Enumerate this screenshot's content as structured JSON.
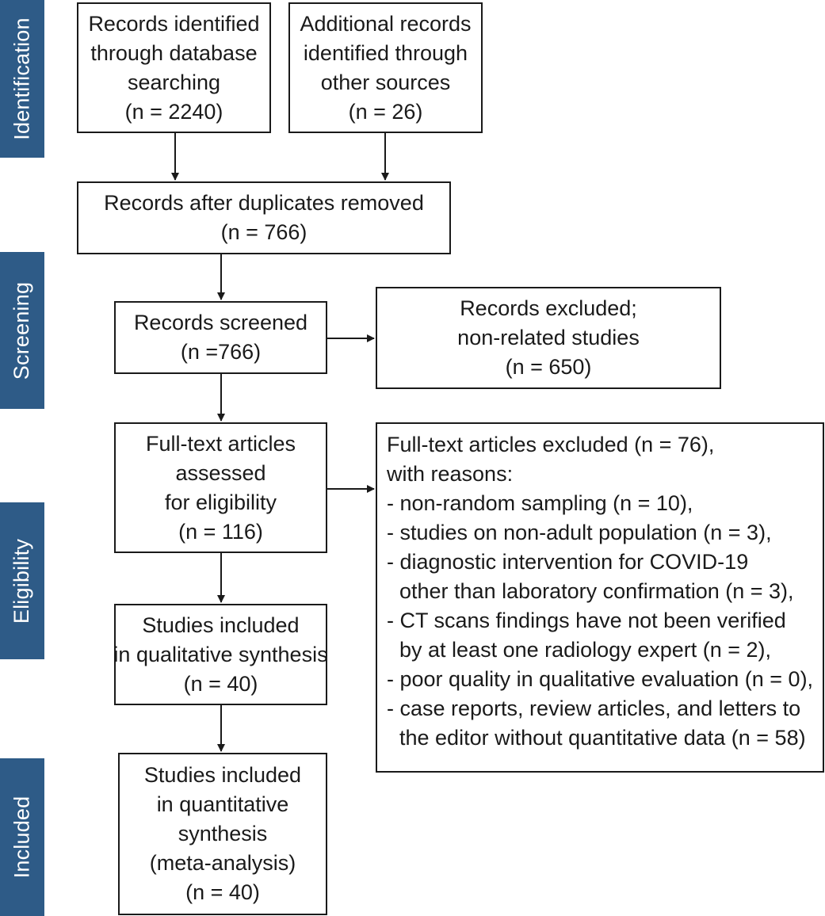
{
  "phases": [
    "Identification",
    "Screening",
    "Eligibility",
    "Included"
  ],
  "boxes": {
    "db_search": [
      "Records identified",
      "through database",
      "searching",
      "(n = 2240)"
    ],
    "other_sources": [
      "Additional records",
      "identified through",
      "other sources",
      "(n = 26)"
    ],
    "after_dupes": [
      "Records after duplicates removed",
      "(n = 766)"
    ],
    "screened": [
      "Records screened",
      "(n =766)"
    ],
    "excluded": [
      "Records excluded;",
      "non-related studies",
      "(n = 650)"
    ],
    "fulltext": [
      "Full-text articles",
      "assessed",
      "for eligibility",
      "(n = 116)"
    ],
    "fulltext_excluded": [
      "Full-text articles excluded (n = 76),",
      "with reasons:",
      "- non-random sampling (n = 10),",
      "- studies on non-adult population (n = 3),",
      "- diagnostic intervention for COVID-19",
      "other than laboratory confirmation (n = 3),",
      "- CT scans findings have not been verified",
      "by at least one radiology expert (n = 2),",
      "- poor quality in qualitative evaluation (n = 0),",
      "- case reports, review articles, and letters to",
      "the editor without quantitative data (n = 58)"
    ],
    "qualitative": [
      "Studies included",
      "in qualitative synthesis",
      "(n = 40)"
    ],
    "quantitative": [
      "Studies included",
      "in quantitative",
      "synthesis",
      "(meta-analysis)",
      "(n = 40)"
    ]
  },
  "colors": {
    "phase_bar": "#2e5b87",
    "border": "#1a1a1a"
  }
}
